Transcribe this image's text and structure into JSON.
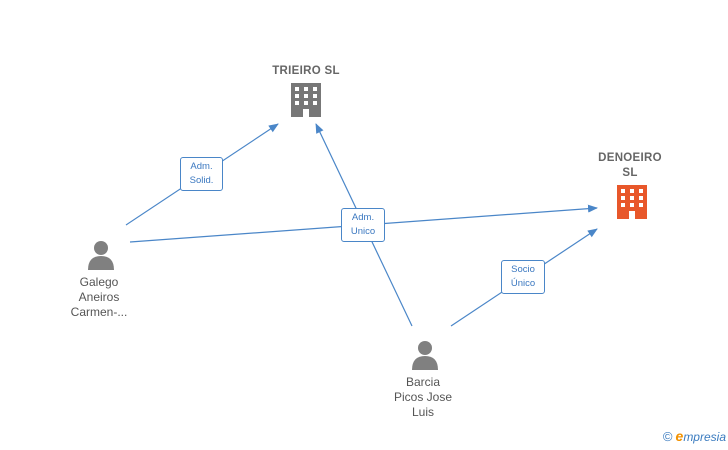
{
  "nodes": {
    "trieiro": {
      "label": "TRIEIRO SL",
      "type": "company",
      "color": "#777777"
    },
    "denoeiro": {
      "label_line1": "DENOEIRO",
      "label_line2": "SL",
      "type": "company",
      "color": "#e8572a"
    },
    "galego": {
      "label_line1": "Galego",
      "label_line2": "Aneiros",
      "label_line3": "Carmen-...",
      "type": "person",
      "color": "#808080"
    },
    "barcia": {
      "label_line1": "Barcia",
      "label_line2": "Picos Jose",
      "label_line3": "Luis",
      "type": "person",
      "color": "#808080"
    }
  },
  "edges": {
    "galego_trieiro": {
      "label_line1": "Adm.",
      "label_line2": "Solid."
    },
    "barcia_trieiro_galego_denoeiro": {
      "label_line1": "Adm.",
      "label_line2": "Unico"
    },
    "barcia_denoeiro": {
      "label_line1": "Socio",
      "label_line2": "Único"
    }
  },
  "edge_color": "#4a86c8",
  "footer": {
    "copyright": "©",
    "brand_initial": "e",
    "brand_rest": "mpresia"
  }
}
